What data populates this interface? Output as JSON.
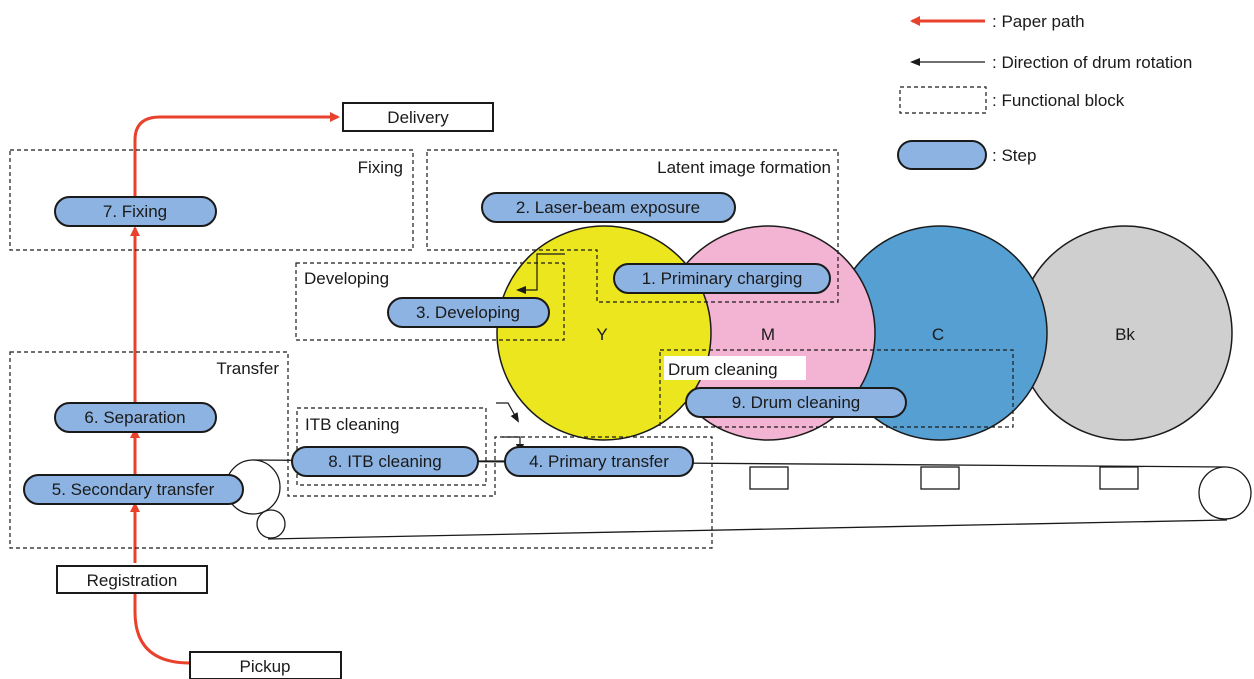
{
  "colors": {
    "paper_path": "#e8412c",
    "step_fill": "#8db3e2",
    "drum_y": "#ebe61e",
    "drum_m": "#f3b4d3",
    "drum_c": "#559fd3",
    "drum_bk": "#cfcfcf"
  },
  "legend": {
    "paper_path": ": Paper path",
    "rotation": ": Direction of drum rotation",
    "functional_block": ": Functional block",
    "step": ": Step"
  },
  "boxes": {
    "delivery": "Delivery",
    "registration": "Registration",
    "pickup": "Pickup"
  },
  "blocks": {
    "fixing": "Fixing",
    "latent": "Latent image formation",
    "developing": "Developing",
    "transfer": "Transfer",
    "itb_cleaning": "ITB cleaning",
    "drum_cleaning": "Drum cleaning"
  },
  "steps": {
    "s1": "1. Priminary charging",
    "s2": "2. Laser-beam exposure",
    "s3": "3. Developing",
    "s4": "4. Primary transfer",
    "s5": "5. Secondary transfer",
    "s6": "6. Separation",
    "s7": "7. Fixing",
    "s8": "8. ITB cleaning",
    "s9": "9. Drum cleaning"
  },
  "drums": {
    "y": "Y",
    "m": "M",
    "c": "C",
    "bk": "Bk"
  }
}
